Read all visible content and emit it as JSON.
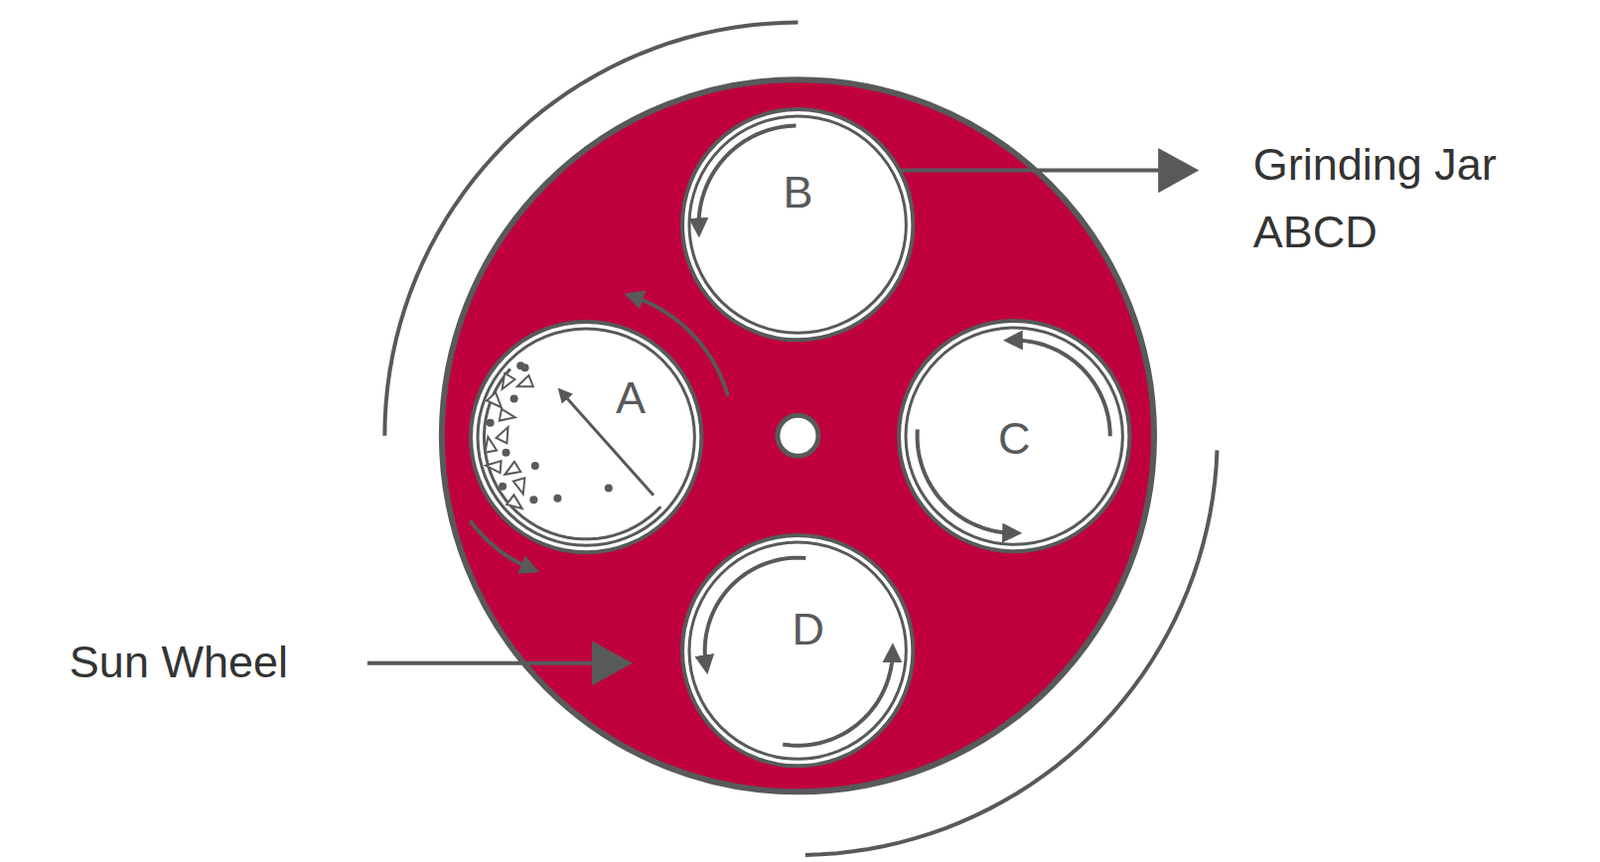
{
  "diagram": {
    "nodes": [
      {
        "text": [
          "B"
        ]
      },
      {
        "text": [
          "A"
        ]
      },
      {
        "text": [
          "C"
        ]
      },
      {
        "text": [
          "D"
        ]
      }
    ],
    "labels": [
      "Grinding Jar ABCD",
      "Sun Wheel"
    ]
  }
}
